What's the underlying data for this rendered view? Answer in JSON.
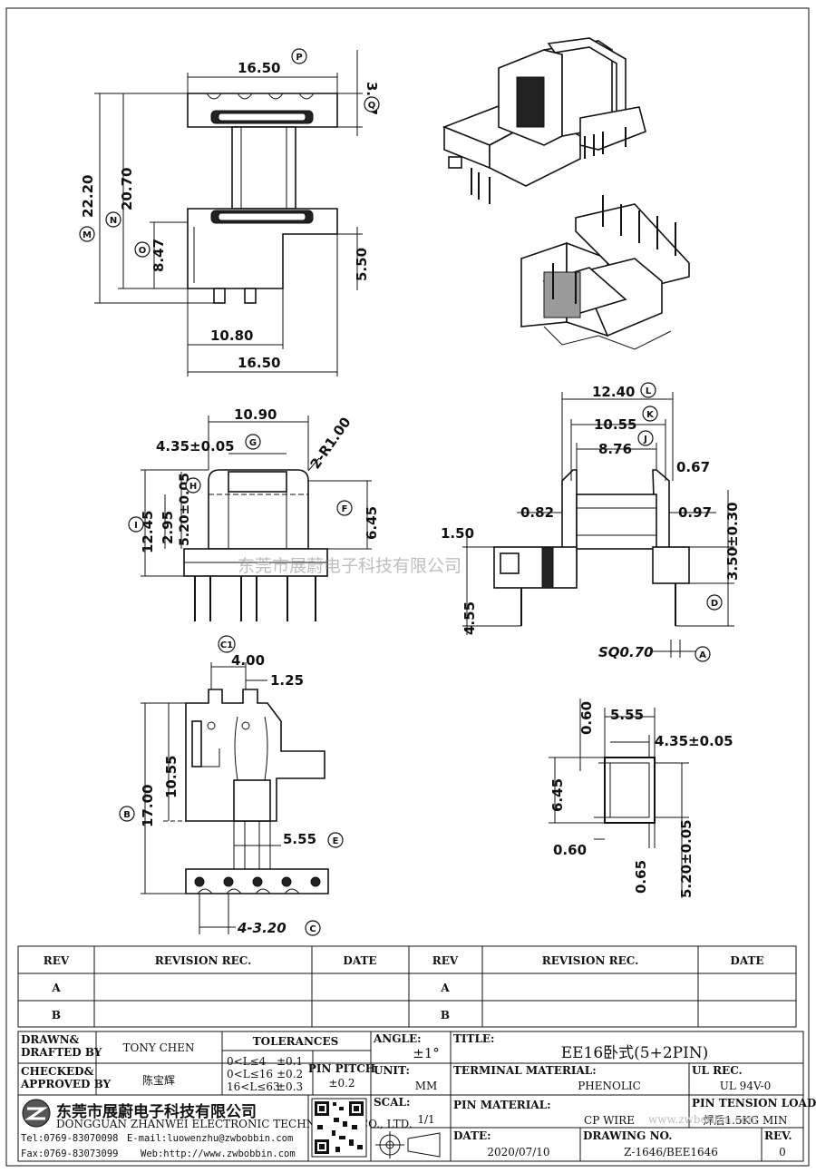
{
  "top_view": {
    "dim_width_top": "16.50",
    "dim_width_bottom": "16.50",
    "dim_base_width": "10.80",
    "dim_flange": "3.47",
    "dim_total": "22.20",
    "dim_inner": "20.70",
    "dim_base_h": "8.47",
    "dim_step": "5.50",
    "mark_p": "P",
    "mark_q": "Q",
    "mark_m": "M",
    "mark_n": "N",
    "mark_o": "O"
  },
  "front_view": {
    "dim_top": "10.90",
    "dim_radius": "2-R1.00",
    "dim_slot": "4.35±0.05",
    "dim_height": "12.45",
    "dim_a": "2.95",
    "dim_b": "5.20±0.05",
    "dim_right": "6.45",
    "mark_g": "G",
    "mark_h": "H",
    "mark_i": "I",
    "mark_f": "F"
  },
  "side_view": {
    "dim_width": "12.40",
    "dim_mid": "10.55",
    "dim_inner": "8.76",
    "dim_wall_top": "0.67",
    "dim_wall_l": "0.82",
    "dim_wall_r": "0.97",
    "dim_ledge": "1.50",
    "dim_pin_h": "4.55",
    "dim_step": "3.50±0.30",
    "dim_pin": "SQ0.70",
    "mark_l": "L",
    "mark_k": "K",
    "mark_j": "J",
    "mark_d": "D",
    "mark_a": "A"
  },
  "bottom_view": {
    "dim_pitch_top": "4.00",
    "dim_pin_off": "1.25",
    "dim_h1": "10.55",
    "dim_h2": "17.00",
    "dim_slot": "5.55",
    "dim_pitch": "4-3.20",
    "mark_c1": "C1",
    "mark_b": "B",
    "mark_e": "E",
    "mark_c": "C"
  },
  "section_view": {
    "dim_top": "0.60",
    "dim_width": "5.55",
    "dim_inner": "4.35±0.05",
    "dim_height": "6.45",
    "dim_bottom": "0.60",
    "dim_wall": "0.65",
    "dim_depth": "5.20±0.05"
  },
  "watermark": "东莞市展蔚电子科技有限公司",
  "revision_table": {
    "headers": [
      "REV",
      "REVISION REC.",
      "DATE",
      "REV",
      "REVISION REC.",
      "DATE"
    ],
    "rows": [
      [
        "A",
        "",
        "",
        "A",
        "",
        ""
      ],
      [
        "B",
        "",
        "",
        "B",
        "",
        ""
      ]
    ]
  },
  "title_block": {
    "drawn_label": "DRAWN&\nDRAFTED BY",
    "drawn_label_1": "DRAWN&",
    "drawn_label_2": "DRAFTED BY",
    "drawn_value": "TONY CHEN",
    "checked_label_1": "CHECKED&",
    "checked_label_2": "APPROVED BY",
    "checked_value": "陈宝辉",
    "tolerances_label": "TOLERANCES",
    "tol_rows": [
      {
        "range": "0<L≤4",
        "tol": "±0.1"
      },
      {
        "range": "0<L≤16",
        "tol": "±0.2"
      },
      {
        "range": "16<L≤63",
        "tol": "±0.3"
      }
    ],
    "pin_pitch_label": "PIN PITCH",
    "pin_pitch_value": "±0.2",
    "angle_label": "ANGLE:",
    "angle_value": "±1°",
    "unit_label": "UNIT:",
    "unit_value": "MM",
    "scale_label": "SCAL:",
    "scale_value": "1/1",
    "title_label": "TITLE:",
    "title_value": "EE16卧式(5+2PIN)",
    "terminal_label": "TERMINAL MATERIAL:",
    "terminal_value": "PHENOLIC",
    "ul_label": "UL REC.",
    "ul_value": "UL 94V-0",
    "pin_material_label": "PIN MATERIAL:",
    "pin_material_value": "CP WIRE",
    "tension_label": "PIN TENSION LOAD:",
    "tension_value": "焊后1.5KG MIN",
    "date_label": "DATE:",
    "date_value": "2020/07/10",
    "drawing_label": "DRAWING NO.",
    "drawing_value": "Z-1646/BEE1646",
    "rev_label": "REV.",
    "rev_value": "0",
    "company_cn": "东莞市展蔚电子科技有限公司",
    "company_en": "DONGGUAN ZHANWEI ELECTRONIC TECHNOLOGY CO., LTD.",
    "tel": "Tel:0769-83070098",
    "email": "E-mail:luowenzhu@zwbobbin.com",
    "fax": "Fax:0769-83073099",
    "web": "Web:http://www.zwbobbin.com",
    "watermark_url": "www.zwbobbin.com"
  }
}
